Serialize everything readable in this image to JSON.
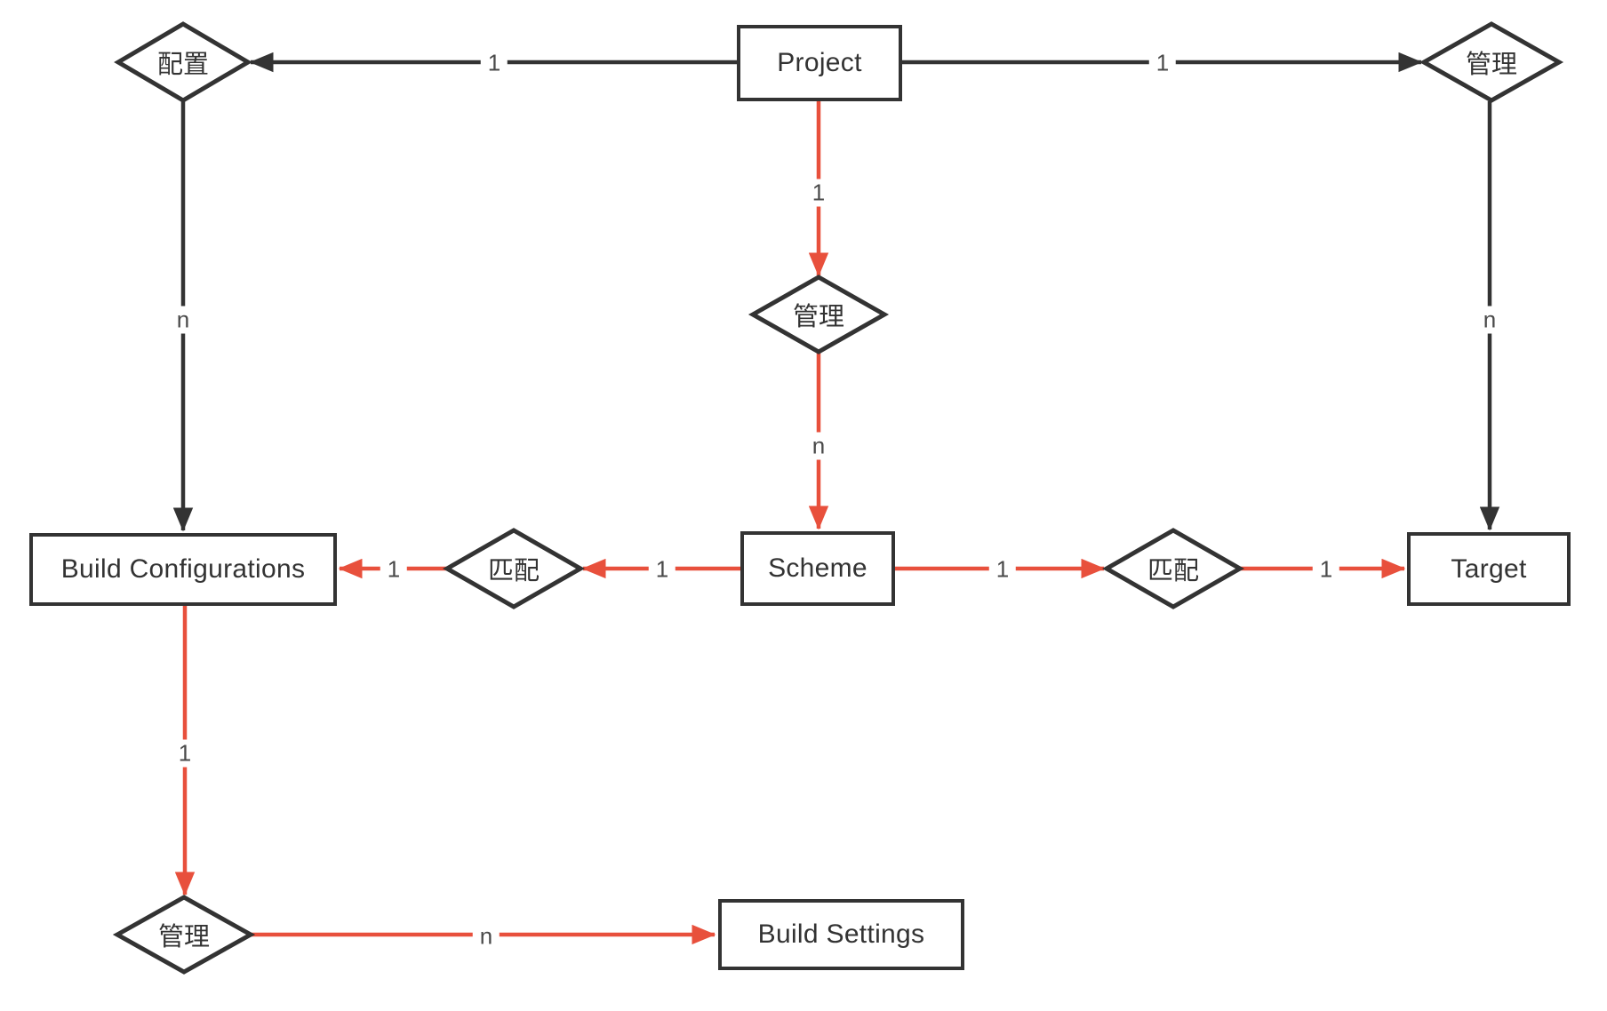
{
  "colors": {
    "edge_dark": "#333333",
    "edge_red": "#e8503c",
    "text_dark": "#333333",
    "label_gray": "#4a4a4a",
    "bg": "#ffffff"
  },
  "entities": {
    "project": {
      "label": "Project"
    },
    "build_configurations": {
      "label": "Build Configurations"
    },
    "scheme": {
      "label": "Scheme"
    },
    "target": {
      "label": "Target"
    },
    "build_settings": {
      "label": "Build Settings"
    }
  },
  "relations": {
    "configure_top_left": {
      "label": "配置"
    },
    "manage_top_right": {
      "label": "管理"
    },
    "manage_center": {
      "label": "管理"
    },
    "match_left": {
      "label": "匹配"
    },
    "match_right": {
      "label": "匹配"
    },
    "manage_bottom": {
      "label": "管理"
    }
  },
  "edges": {
    "project_to_configure": {
      "from": "Project",
      "to": "配置",
      "label": "1",
      "color": "dark"
    },
    "project_to_manage_right": {
      "from": "Project",
      "to": "管理",
      "label": "1",
      "color": "dark"
    },
    "configure_to_build_configurations": {
      "from": "配置",
      "to": "Build Configurations",
      "label": "n",
      "color": "dark"
    },
    "manage_right_to_target": {
      "from": "管理",
      "to": "Target",
      "label": "n",
      "color": "dark"
    },
    "project_to_manage_center": {
      "from": "Project",
      "to": "管理",
      "label": "1",
      "color": "red"
    },
    "manage_center_to_scheme": {
      "from": "管理",
      "to": "Scheme",
      "label": "n",
      "color": "red"
    },
    "scheme_to_match_left": {
      "from": "Scheme",
      "to": "匹配",
      "label": "1",
      "color": "red"
    },
    "match_left_to_build_configurations": {
      "from": "匹配",
      "to": "Build Configurations",
      "label": "1",
      "color": "red"
    },
    "scheme_to_match_right": {
      "from": "Scheme",
      "to": "匹配",
      "label": "1",
      "color": "red"
    },
    "match_right_to_target": {
      "from": "匹配",
      "to": "Target",
      "label": "1",
      "color": "red"
    },
    "build_configurations_to_manage_bottom": {
      "from": "Build Configurations",
      "to": "管理",
      "label": "1",
      "color": "red"
    },
    "manage_bottom_to_build_settings": {
      "from": "管理",
      "to": "Build Settings",
      "label": "n",
      "color": "red"
    }
  }
}
